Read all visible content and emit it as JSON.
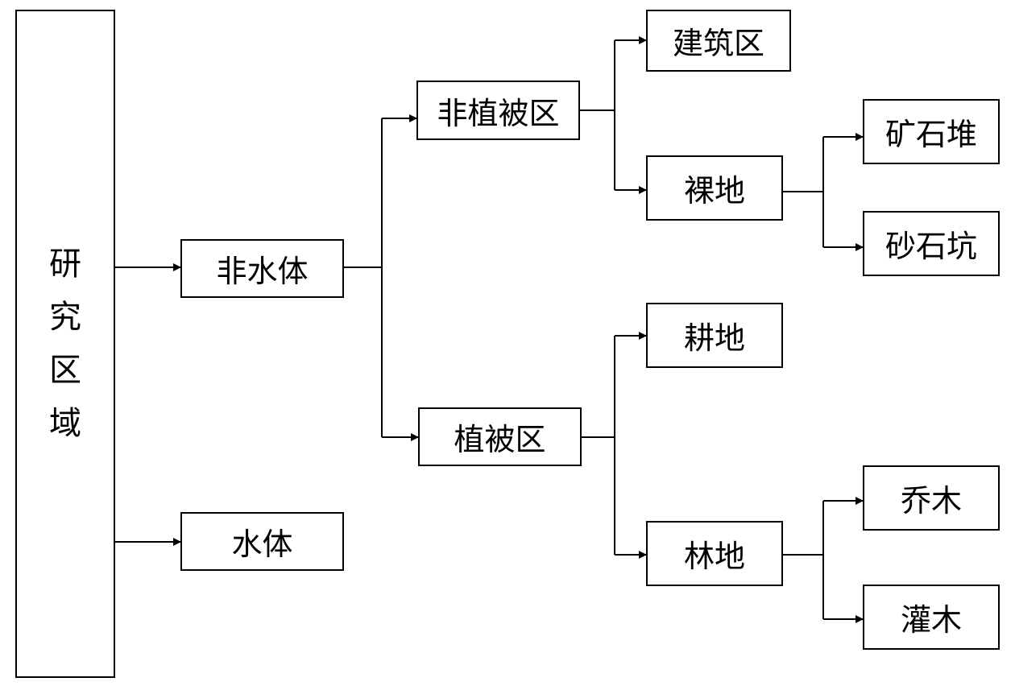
{
  "root": {
    "chars": [
      "研",
      "究",
      "区",
      "域"
    ]
  },
  "nodes": {
    "non_water": "非水体",
    "water": "水体",
    "non_vegetation": "非植被区",
    "vegetation": "植被区",
    "built_up": "建筑区",
    "bare_land": "裸地",
    "ore_heap": "矿石堆",
    "gravel_pit": "砂石坑",
    "cropland": "耕地",
    "forest": "林地",
    "trees": "乔木",
    "shrubs": "灌木"
  }
}
